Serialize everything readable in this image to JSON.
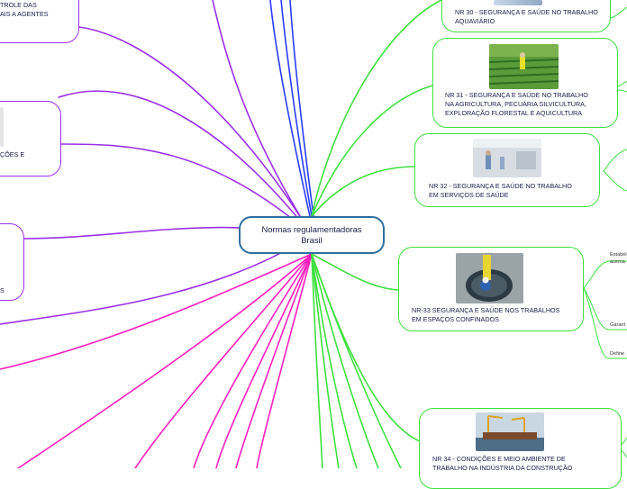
{
  "central": {
    "label": "Normas regulamentadoras\nBrasil"
  },
  "colors": {
    "center_border": "#2f6fa0",
    "green": "#3fe03f",
    "purple": "#9b30e8",
    "magenta": "#ff1fbf",
    "blue": "#2a3cff"
  },
  "right_nodes": [
    {
      "label": "NR 30 - SEGURANÇA E SAÚDE NO TRABALHO\nAQUAVIÁRIO"
    },
    {
      "label": "NR 31 - SEGURANÇA E SAÚDE NO TRABALHO\nNA AGRICULTURA, PECUÁRIA SILVICULTURA,\nEXPLORAÇÃO FLORESTAL E AQUICULTURA"
    },
    {
      "label": "NR 32 - SEGURANÇA E SAÚDE NO TRABALHO\nEM SERVIÇOS DE SAÚDE"
    },
    {
      "label": "NR-33 SEGURANÇA E SAÚDE NOS TRABALHOS\nEM ESPAÇOS CONFINADOS"
    },
    {
      "label": "NR 34 - CONDIÇÕES E MEIO AMBIENTE DE\nTRABALHO NA INDÚSTRIA DA CONSTRUÇÃO"
    }
  ],
  "left_nodes": [
    {
      "label": "TROLE DAS\nAIS A AGENTES"
    },
    {
      "label": "ÇÕES E"
    },
    {
      "label": "S"
    }
  ],
  "nr33_children": [
    {
      "label": "Estabel\nacerca"
    },
    {
      "label": "Garant"
    },
    {
      "label": "Define"
    }
  ]
}
